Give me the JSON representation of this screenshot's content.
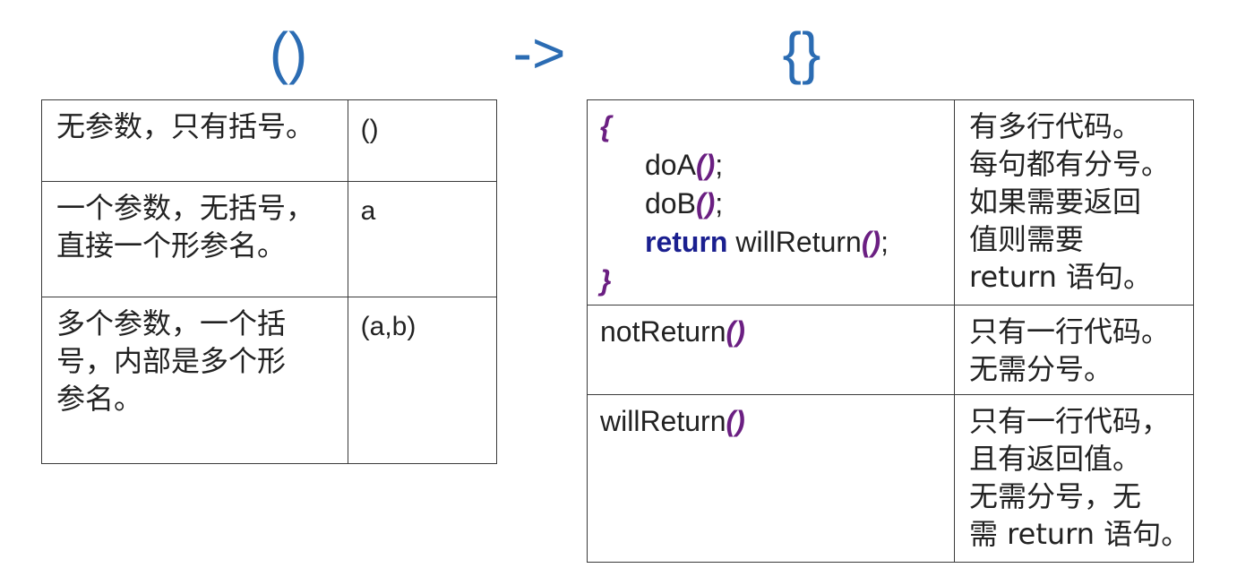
{
  "headers": {
    "params": "()",
    "arrow": "->",
    "body": "{}"
  },
  "left_table": {
    "rows": [
      {
        "desc": [
          "无参数，只有括号。"
        ],
        "syntax": "()"
      },
      {
        "desc": [
          "一个参数，无括号，",
          "直接一个形参名。"
        ],
        "syntax": "a"
      },
      {
        "desc": [
          "多个参数，一个括",
          "号，内部是多个形",
          "参名。"
        ],
        "syntax": "(a,b)"
      }
    ]
  },
  "right_table": {
    "block": {
      "open_brace": "{",
      "lines": [
        {
          "name": "doA",
          "paren": "()",
          "end": ";"
        },
        {
          "name": "doB",
          "paren": "()",
          "end": ";"
        }
      ],
      "return_kw": "return",
      "return_call": {
        "name": " willReturn",
        "paren": "()",
        "end": ";"
      },
      "close_brace": "}",
      "note": [
        "有多行代码。",
        "每句都有分号。",
        "如果需要返回",
        "值则需要",
        "return 语句。"
      ]
    },
    "expr1": {
      "name": "notReturn",
      "paren": "()",
      "note": [
        "只有一行代码。",
        "无需分号。"
      ]
    },
    "expr2": {
      "name": "willReturn",
      "paren": "()",
      "note": [
        "只有一行代码，",
        "且有返回值。",
        "无需分号，无",
        "需 return 语句。"
      ]
    }
  }
}
